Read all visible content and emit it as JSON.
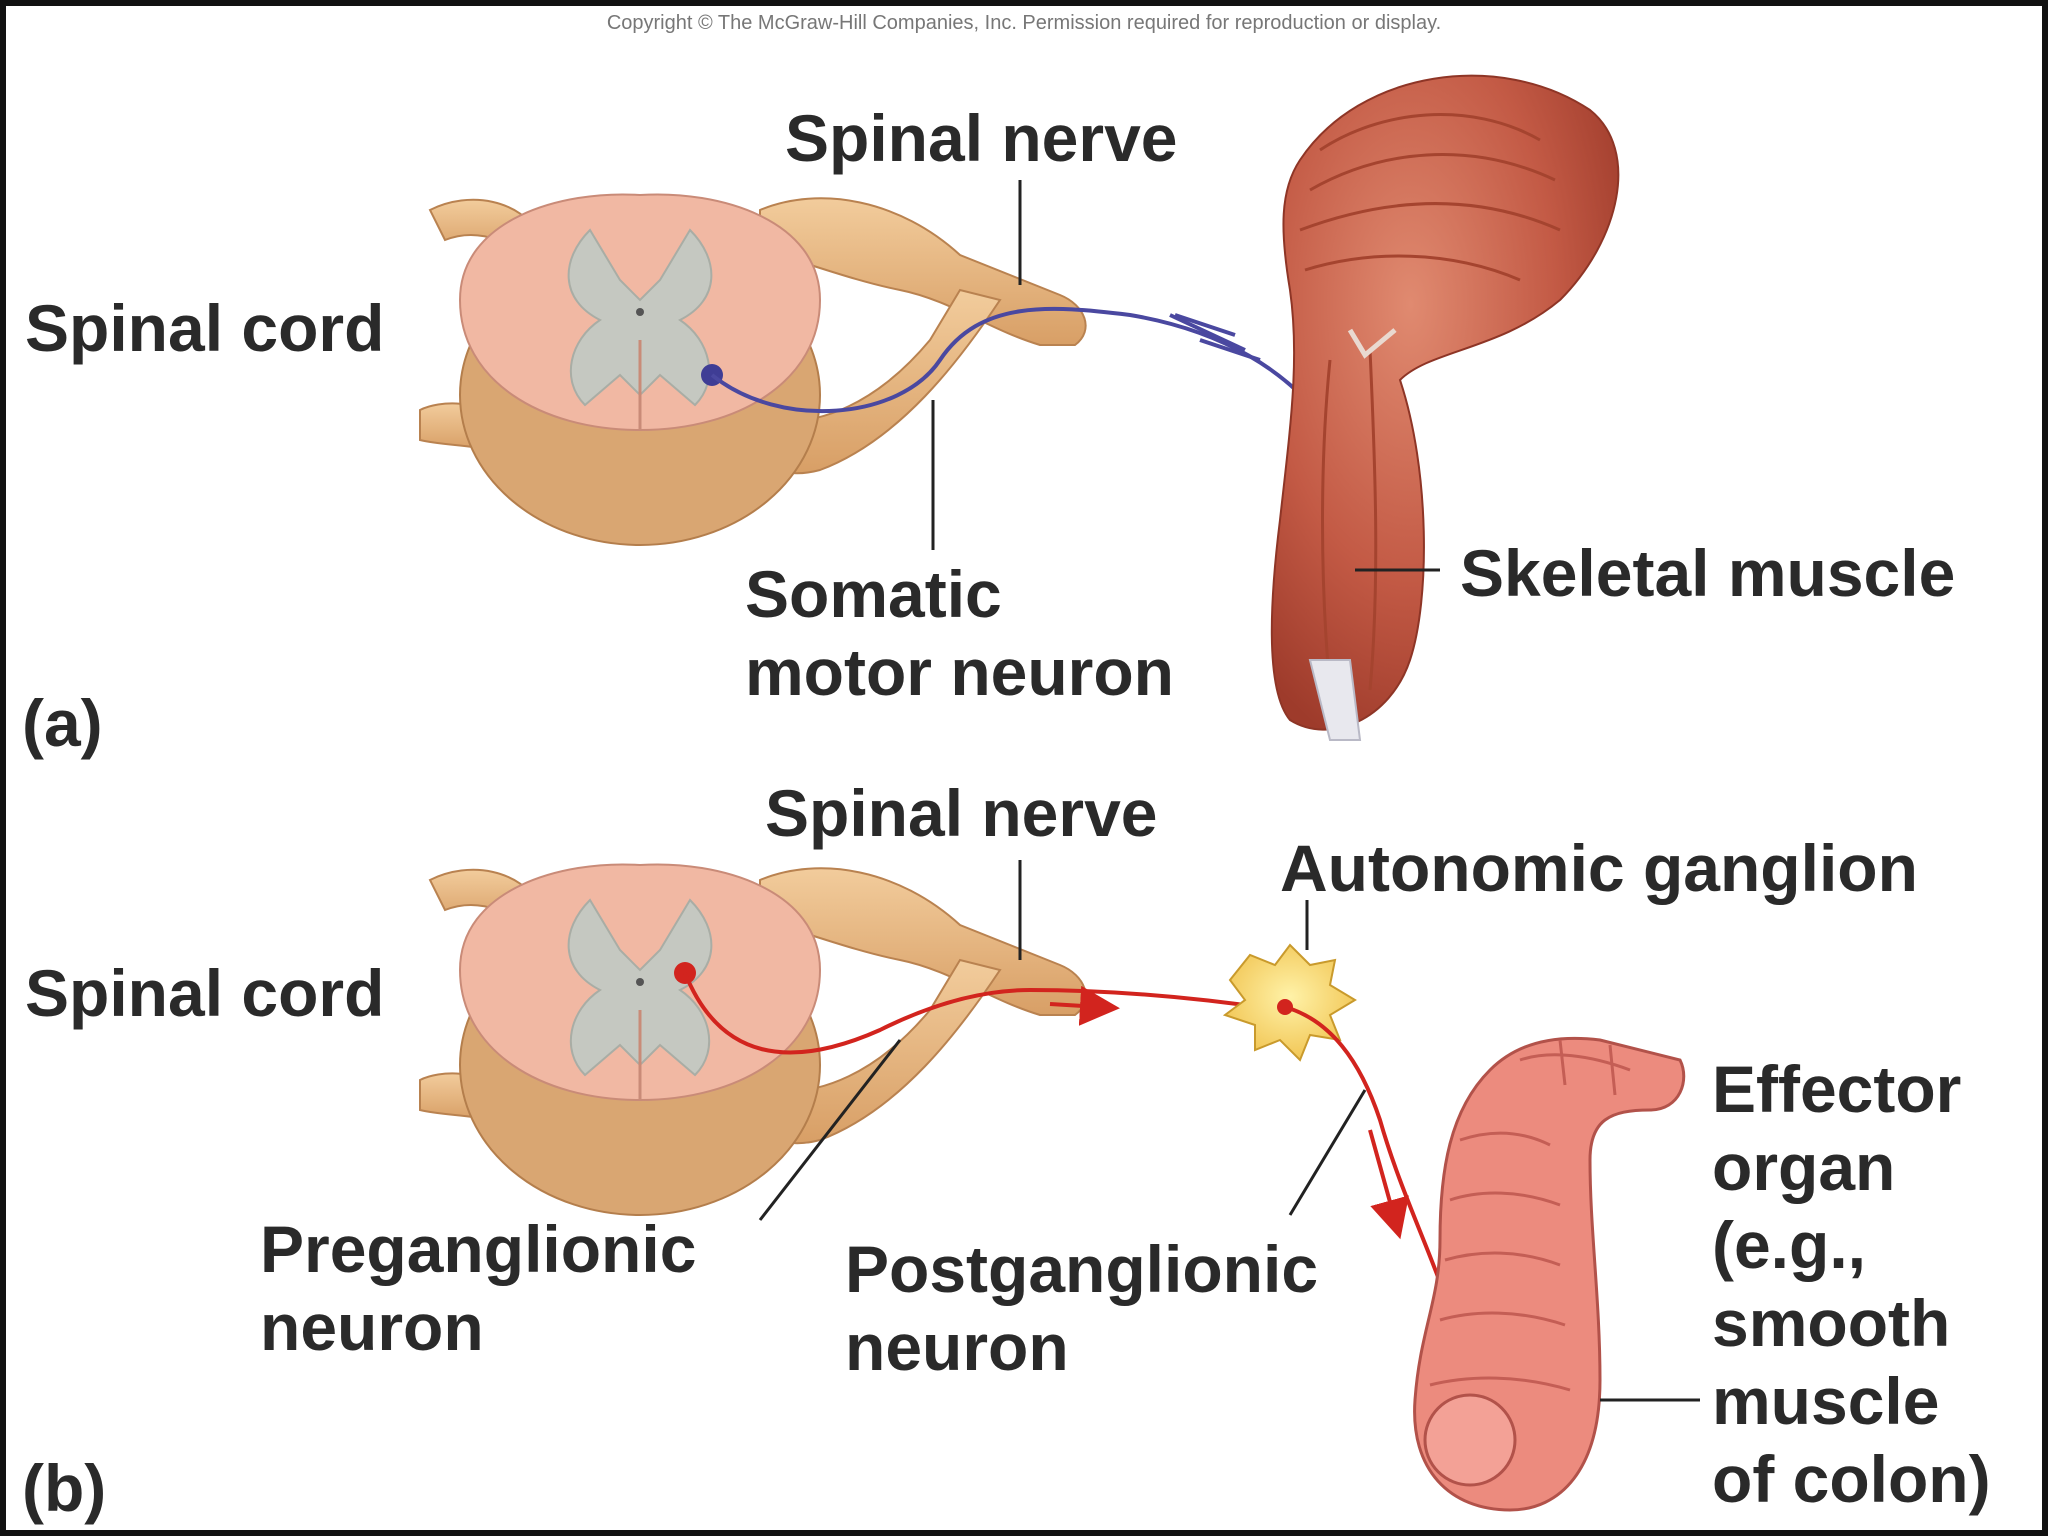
{
  "copyright": "Copyright © The McGraw-Hill Companies, Inc. Permission required for reproduction or display.",
  "panel_a": {
    "tag": "(a)",
    "spinal_cord": "Spinal cord",
    "spinal_nerve": "Spinal nerve",
    "neuron_line1": "Somatic",
    "neuron_line2": "motor neuron",
    "target": "Skeletal muscle"
  },
  "panel_b": {
    "tag": "(b)",
    "spinal_cord": "Spinal cord",
    "spinal_nerve": "Spinal nerve",
    "ganglion": "Autonomic ganglion",
    "pre_line1": "Preganglionic",
    "pre_line2": "neuron",
    "post_line1": "Postganglionic",
    "post_line2": "neuron",
    "effector": [
      "Effector",
      "organ",
      "(e.g.,",
      "smooth",
      "muscle",
      "of colon)"
    ]
  },
  "colors": {
    "nerve": "#e7b985",
    "cord_white_matter": "#f1b8a3",
    "cord_gray_matter": "#c5c8c1",
    "somatic_neuron": "#4a48a0",
    "autonomic_neuron": "#d2241e",
    "muscle": "#c8604a",
    "ganglion": "#f7e07a",
    "colon": "#ec8b7e"
  }
}
